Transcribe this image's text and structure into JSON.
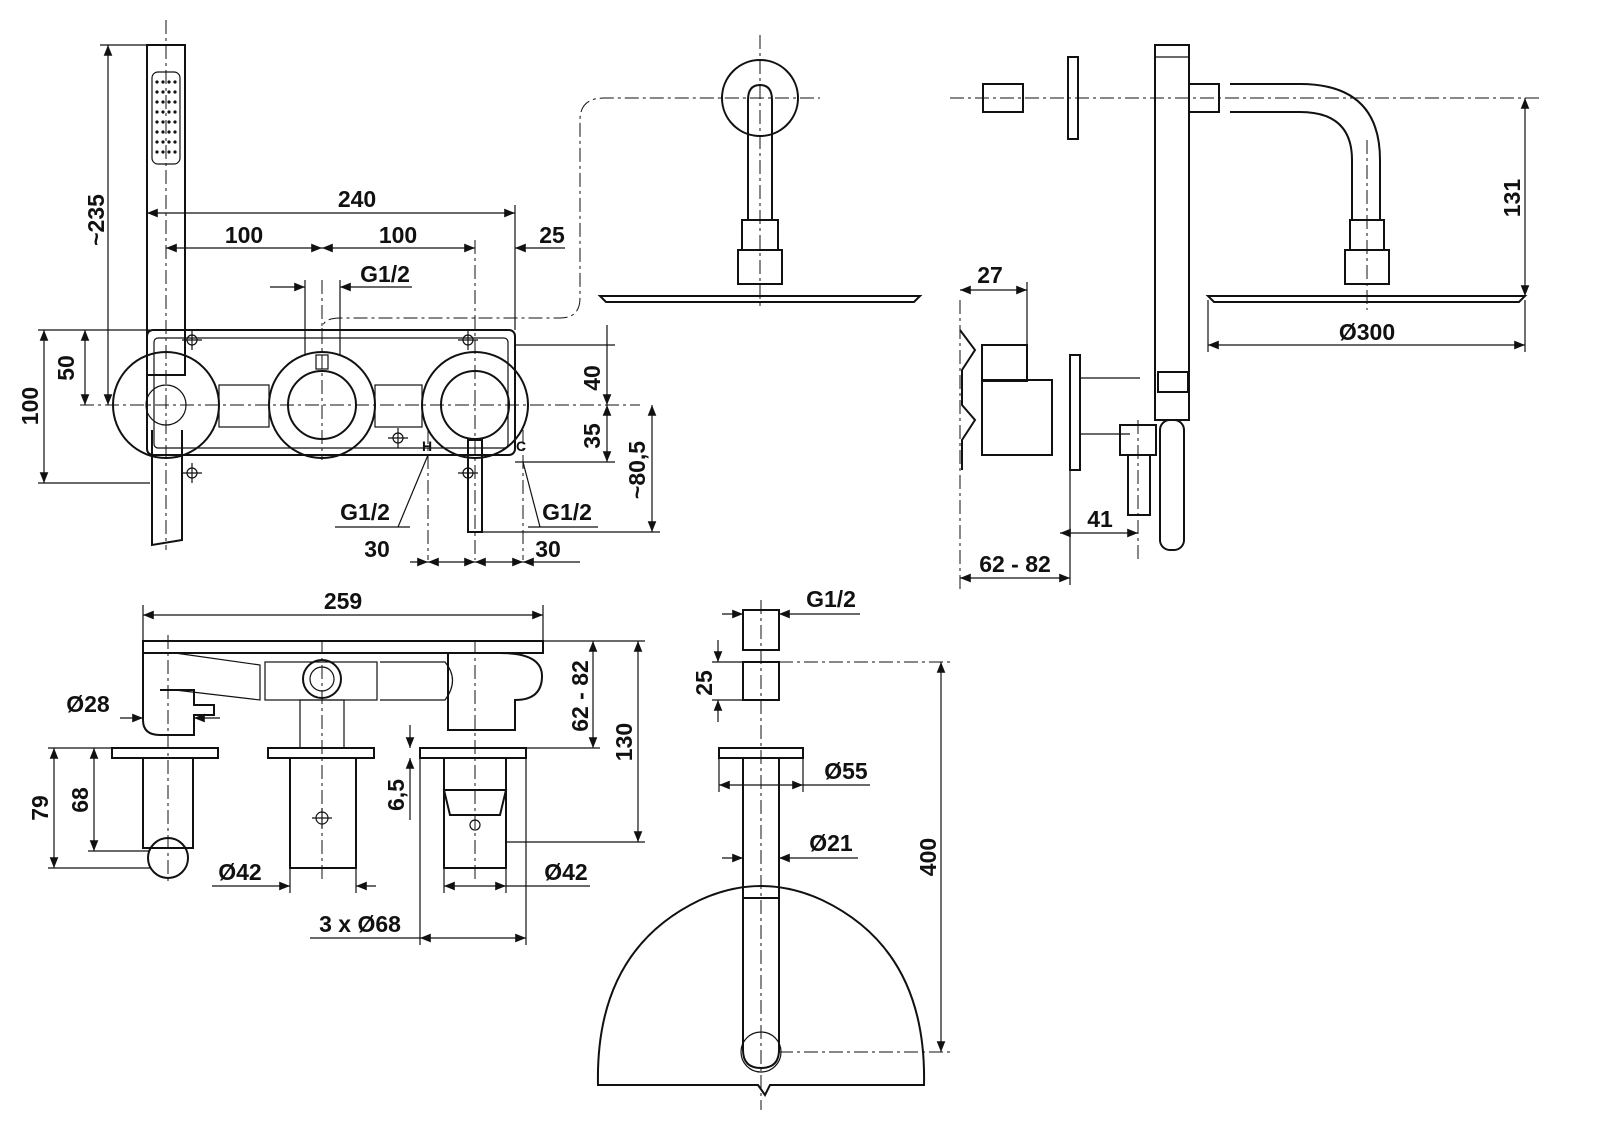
{
  "drawing": {
    "front_view": {
      "dims": {
        "handshower_length": "~235",
        "total_width": "240",
        "spacing_left": "100",
        "spacing_right": "100",
        "offset_right": "25",
        "top_connection": "G1/2",
        "height_total": "100",
        "height_upper": "50",
        "outlet_above": "40",
        "outlet_below": "35",
        "spout_depth": "~80,5",
        "inlet_left": "G1/2",
        "inlet_right": "G1/2",
        "inlet_offset_left": "30",
        "inlet_offset_right": "30",
        "hot_mark": "H",
        "cold_mark": "C"
      }
    },
    "side_view": {
      "dims": {
        "arm_height": "131",
        "head_diameter": "Ø300",
        "body_depth": "27",
        "outlet_depth": "41",
        "wall_range": "62 - 82"
      }
    },
    "top_view": {
      "dims": {
        "box_width": "259",
        "handle_diameter": "Ø28",
        "depth_range": "62 - 82",
        "depth_total": "130",
        "bracket_79": "79",
        "bracket_68": "68",
        "plate_6_5": "6,5",
        "knob_left": "Ø42",
        "knob_right": "Ø42",
        "rosettes": "3 x Ø68"
      }
    },
    "arm_view": {
      "dims": {
        "thread": "G1/2",
        "nut_length": "25",
        "flange": "Ø55",
        "pipe": "Ø21",
        "length": "400"
      }
    }
  }
}
